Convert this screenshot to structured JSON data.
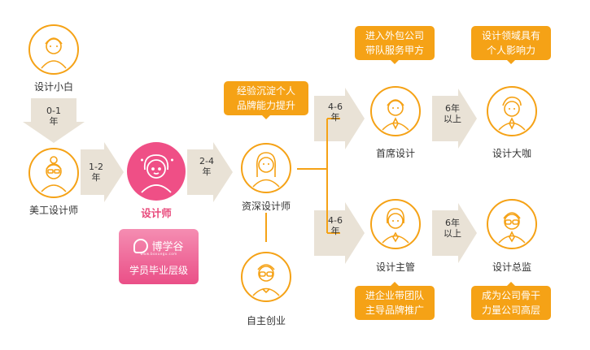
{
  "colors": {
    "accent": "#f5a216",
    "pink": "#ef4f86",
    "connector": "#e9e2d6"
  },
  "nodes": {
    "beginner": "设计小白",
    "artist": "美工设计师",
    "designer": "设计师",
    "senior": "资深设计师",
    "startup": "自主创业",
    "chief": "首席设计",
    "master": "设计大咖",
    "lead": "设计主管",
    "director": "设计总监"
  },
  "arrows": {
    "a1": [
      "0-1",
      "年"
    ],
    "a2": [
      "1-2",
      "年"
    ],
    "a3": [
      "2-4",
      "年"
    ],
    "a4": [
      "4-6",
      "年"
    ],
    "a5": [
      "4-6",
      "年"
    ],
    "a6": [
      "6年",
      "以上"
    ],
    "a7": [
      "6年",
      "以上"
    ]
  },
  "callouts": {
    "senior": [
      "经验沉淀个人",
      "品牌能力提升"
    ],
    "chief": [
      "进入外包公司",
      "带队服务甲方"
    ],
    "master": [
      "设计领域具有",
      "个人影响力"
    ],
    "lead": [
      "进企业带团队",
      "主导品牌推广"
    ],
    "director": [
      "成为公司骨干",
      "力量公司高层"
    ]
  },
  "brand": {
    "logo_text": "博学谷",
    "logo_sub": "www.boxuegu.com",
    "tagline": "学员毕业层级"
  }
}
